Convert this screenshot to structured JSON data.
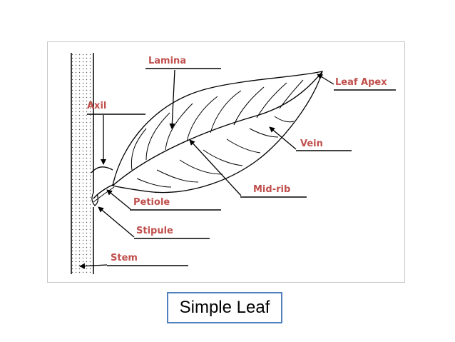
{
  "labels": {
    "lamina": "Lamina",
    "leaf_apex": "Leaf Apex",
    "axil": "Axil",
    "vein": "Vein",
    "mid_rib": "Mid-rib",
    "petiole": "Petiole",
    "stipule": "Stipule",
    "stem": "Stem"
  },
  "title": "Simple Leaf",
  "colors": {
    "label": "#c0504d",
    "title_border": "#4f81bd",
    "frame": "#c8c8c8"
  }
}
